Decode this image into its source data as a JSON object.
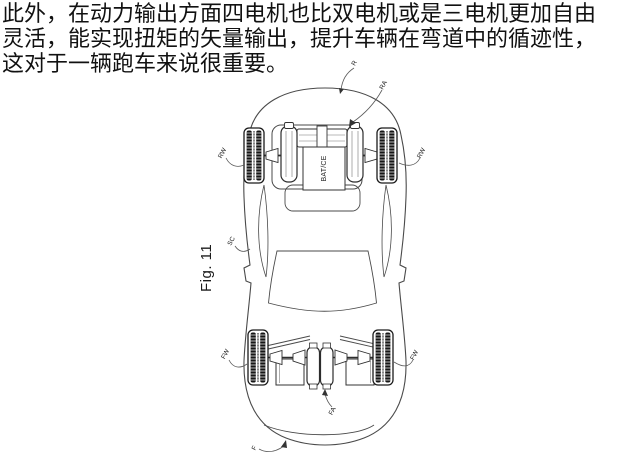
{
  "article": {
    "lines": [
      "此外，在动力输出方面四电机也比双电机或是三电机更加自由",
      "灵活，能实现扭矩的矢量输出，提升车辆在弯道中的循迹性，",
      "这对于一辆跑车来说很重要。"
    ]
  },
  "figure": {
    "caption": "Fig. 11",
    "battery_box_label": "BAT/CE",
    "labels": {
      "rear_body": "R",
      "rear_axle": "RA",
      "rear_wheel_left": "RW",
      "rear_wheel_right": "RW",
      "side_sill": "SC",
      "front_wheel_left": "FW",
      "front_wheel_right": "FW",
      "front_axle": "FA",
      "front_body": "F"
    }
  },
  "colors": {
    "text": "#111111",
    "line_art": "#4a4a4a",
    "background": "#ffffff"
  }
}
